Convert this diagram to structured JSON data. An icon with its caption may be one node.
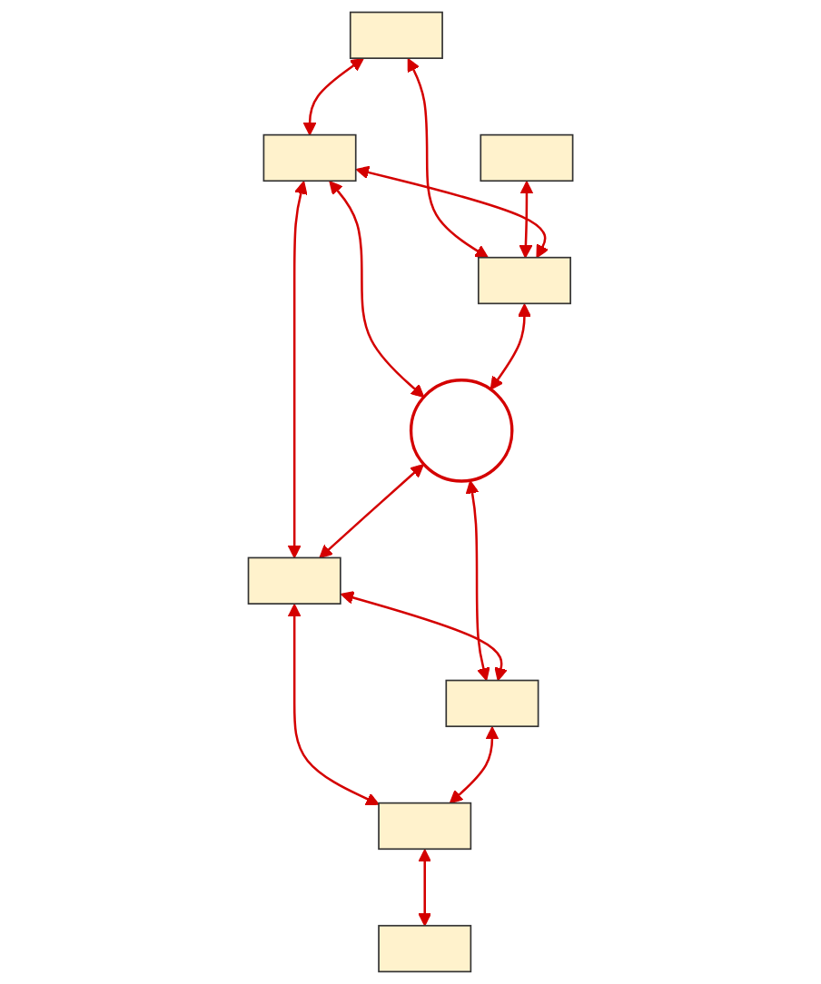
{
  "diagram": {
    "nodes": [
      {
        "text": [],
        "shape": "box"
      },
      {
        "text": [],
        "shape": "box"
      },
      {
        "text": [],
        "shape": "box"
      },
      {
        "text": [],
        "shape": "box"
      },
      {
        "text": [],
        "shape": "circle"
      },
      {
        "text": [],
        "shape": "box"
      },
      {
        "text": [],
        "shape": "box"
      },
      {
        "text": [],
        "shape": "box"
      },
      {
        "text": [],
        "shape": "box"
      }
    ],
    "edges": [
      {
        "from": 0,
        "to": 2,
        "arrow": "both"
      },
      {
        "from": 0,
        "to": 3,
        "arrow": "both"
      },
      {
        "from": 1,
        "to": 3,
        "arrow": "both"
      },
      {
        "from": 2,
        "to": 3,
        "arrow": "both"
      },
      {
        "from": 2,
        "to": 4,
        "arrow": "both"
      },
      {
        "from": 3,
        "to": 4,
        "arrow": "both"
      },
      {
        "from": 2,
        "to": 5,
        "arrow": "both"
      },
      {
        "from": 4,
        "to": 5,
        "arrow": "both"
      },
      {
        "from": 4,
        "to": 6,
        "arrow": "both"
      },
      {
        "from": 5,
        "to": 6,
        "arrow": "both"
      },
      {
        "from": 5,
        "to": 7,
        "arrow": "both"
      },
      {
        "from": 6,
        "to": 7,
        "arrow": "both"
      },
      {
        "from": 7,
        "to": 8,
        "arrow": "both"
      }
    ]
  }
}
